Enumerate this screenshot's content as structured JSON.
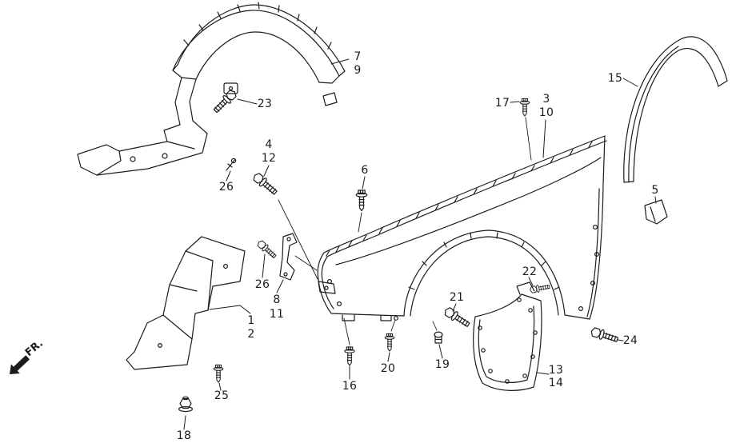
{
  "diagram": {
    "ink_color": "#1c1c1c",
    "background_color": "#ffffff",
    "direction_label": "FR.",
    "callouts": [
      {
        "text": "7"
      },
      {
        "text": "9"
      },
      {
        "text": "23"
      },
      {
        "text": "17"
      },
      {
        "text": "3"
      },
      {
        "text": "10"
      },
      {
        "text": "15"
      },
      {
        "text": "4"
      },
      {
        "text": "12"
      },
      {
        "text": "26"
      },
      {
        "text": "6"
      },
      {
        "text": "5"
      },
      {
        "text": "26"
      },
      {
        "text": "8"
      },
      {
        "text": "11"
      },
      {
        "text": "1"
      },
      {
        "text": "2"
      },
      {
        "text": "22"
      },
      {
        "text": "21"
      },
      {
        "text": "24"
      },
      {
        "text": "13"
      },
      {
        "text": "14"
      },
      {
        "text": "19"
      },
      {
        "text": "20"
      },
      {
        "text": "16"
      },
      {
        "text": "25"
      },
      {
        "text": "18"
      }
    ]
  }
}
